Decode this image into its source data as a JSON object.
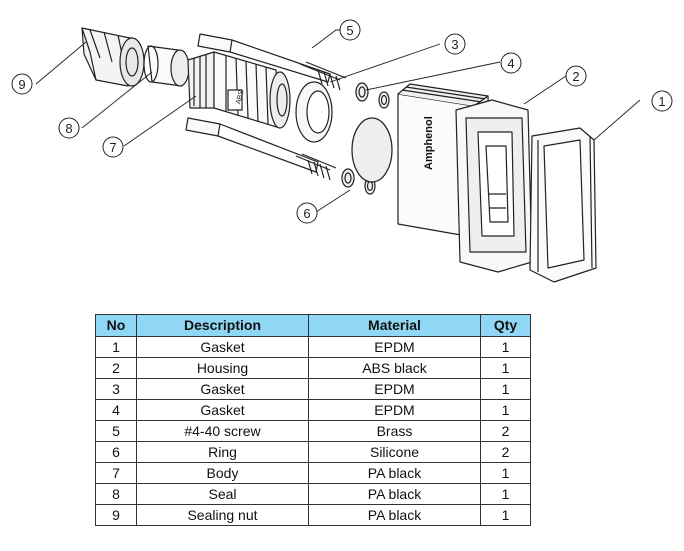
{
  "drawing": {
    "brand_label": "Amphenol",
    "small_mark": "ABS",
    "callouts": [
      "1",
      "2",
      "3",
      "4",
      "5",
      "6",
      "7",
      "8",
      "9"
    ]
  },
  "table": {
    "headers": [
      "No",
      "Description",
      "Material",
      "Qty"
    ],
    "rows": [
      {
        "no": "1",
        "description": "Gasket",
        "material": "EPDM",
        "qty": "1"
      },
      {
        "no": "2",
        "description": "Housing",
        "material": "ABS black",
        "qty": "1"
      },
      {
        "no": "3",
        "description": "Gasket",
        "material": "EPDM",
        "qty": "1"
      },
      {
        "no": "4",
        "description": "Gasket",
        "material": "EPDM",
        "qty": "1"
      },
      {
        "no": "5",
        "description": "#4-40 screw",
        "material": "Brass",
        "qty": "2"
      },
      {
        "no": "6",
        "description": "Ring",
        "material": "Silicone",
        "qty": "2"
      },
      {
        "no": "7",
        "description": "Body",
        "material": "PA black",
        "qty": "1"
      },
      {
        "no": "8",
        "description": "Seal",
        "material": "PA black",
        "qty": "1"
      },
      {
        "no": "9",
        "description": "Sealing nut",
        "material": "PA black",
        "qty": "1"
      }
    ]
  }
}
